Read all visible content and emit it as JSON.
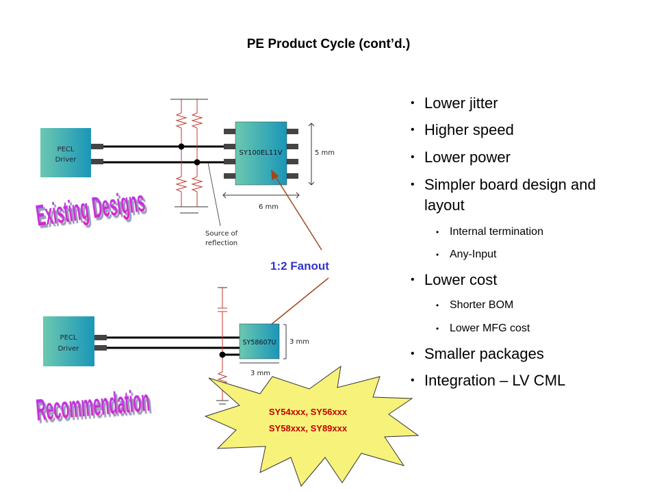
{
  "title": "PE Product Cycle (cont’d.)",
  "existing": {
    "wordart": "Existing Designs",
    "driver_line1": "PECL",
    "driver_line2": "Driver",
    "chip": "SY100EL11V",
    "height": "5 mm",
    "width": "6 mm",
    "note_line1": "Source of",
    "note_line2": "reflection"
  },
  "fanout_label": "1:2 Fanout",
  "recommendation": {
    "wordart": "Recommendation",
    "driver_line1": "PECL",
    "driver_line2": "Driver",
    "chip": "SY58607U",
    "height": "3 mm",
    "width": "3 mm",
    "burst_line1": "SY54xxx, SY56xxx",
    "burst_line2": "SY58xxx, SY89xxx"
  },
  "bullets": [
    {
      "text": "Lower jitter"
    },
    {
      "text": "Higher speed"
    },
    {
      "text": "Lower power"
    },
    {
      "text": "Simpler board design and",
      "cont": "layout"
    },
    {
      "text": "Internal termination"
    },
    {
      "text": "Any-Input"
    },
    {
      "text": "Lower cost"
    },
    {
      "text": "Shorter BOM"
    },
    {
      "text": "Lower MFG cost"
    },
    {
      "text": "Smaller packages"
    },
    {
      "text": "Integration – LV CML"
    }
  ],
  "bullet_glyph": "•",
  "colors": {
    "chip_teal": "#1f9bb5",
    "resistor_red": "#c0392b",
    "arrow_brown": "#a0461e",
    "fanout_blue": "#3333cc",
    "burst_yellow": "#f7f27a",
    "burst_text": "#c00000",
    "wordart_purple": "#9b1fd6"
  }
}
